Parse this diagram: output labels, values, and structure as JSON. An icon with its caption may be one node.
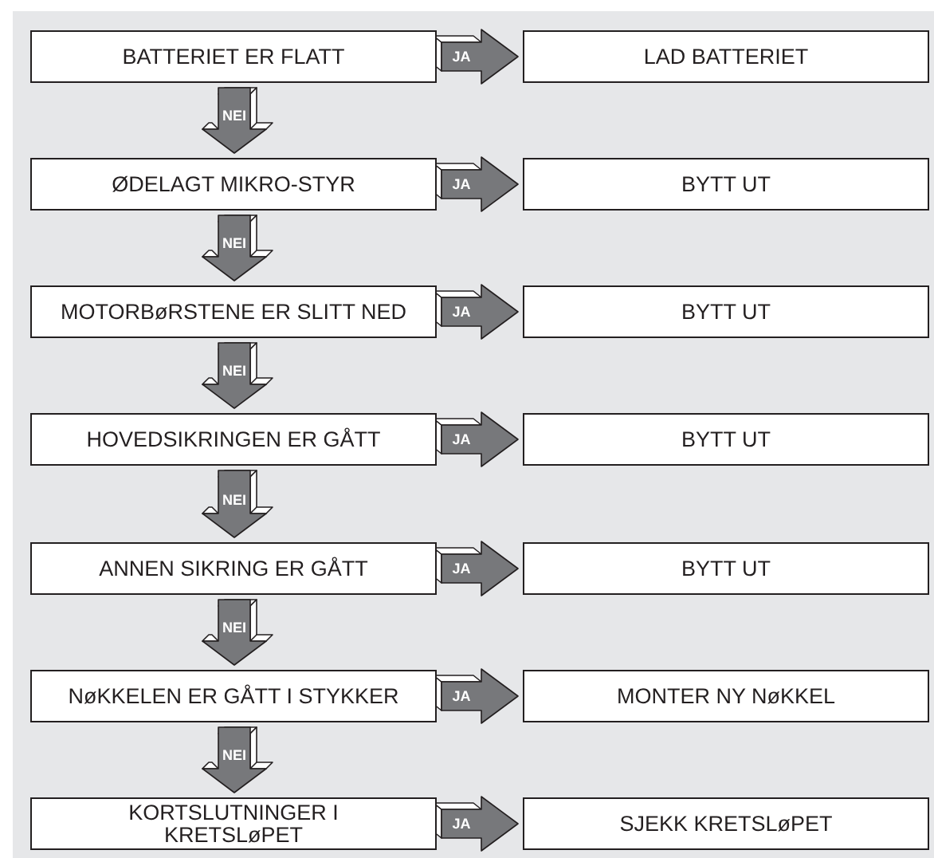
{
  "diagram": {
    "nodes": [
      {
        "text": [
          "BATTERIET ER FLATT"
        ]
      },
      {
        "text": [
          "LAD BATTERIET"
        ]
      },
      {
        "text": [
          "ØDELAGT MIKRO-STYR"
        ]
      },
      {
        "text": [
          "BYTT UT"
        ]
      },
      {
        "text": [
          "MOTORBøRSTENE ER SLITT NED"
        ]
      },
      {
        "text": [
          "BYTT UT"
        ]
      },
      {
        "text": [
          "HOVEDSIKRINGEN ER GÅTT"
        ]
      },
      {
        "text": [
          "BYTT UT"
        ]
      },
      {
        "text": [
          "ANNEN SIKRING ER GÅTT"
        ]
      },
      {
        "text": [
          "BYTT UT"
        ]
      },
      {
        "text": [
          "NøKKELEN ER GÅTT I STYKKER"
        ]
      },
      {
        "text": [
          "MONTER NY NøKKEL"
        ]
      },
      {
        "text": [
          "KORTSLUTNINGER I KRETSLøPET"
        ]
      },
      {
        "text": [
          "SJEKK KRETSLøPET"
        ]
      }
    ],
    "edges": [
      {
        "from": 0,
        "to": 1,
        "arrow": "to",
        "label": "JA"
      },
      {
        "from": 0,
        "to": 2,
        "arrow": "to",
        "label": "NEI"
      },
      {
        "from": 2,
        "to": 3,
        "arrow": "to",
        "label": "JA"
      },
      {
        "from": 2,
        "to": 4,
        "arrow": "to",
        "label": "NEI"
      },
      {
        "from": 4,
        "to": 5,
        "arrow": "to",
        "label": "JA"
      },
      {
        "from": 4,
        "to": 6,
        "arrow": "to",
        "label": "NEI"
      },
      {
        "from": 6,
        "to": 7,
        "arrow": "to",
        "label": "JA"
      },
      {
        "from": 6,
        "to": 8,
        "arrow": "to",
        "label": "NEI"
      },
      {
        "from": 8,
        "to": 9,
        "arrow": "to",
        "label": "JA"
      },
      {
        "from": 8,
        "to": 10,
        "arrow": "to",
        "label": "NEI"
      },
      {
        "from": 10,
        "to": 11,
        "arrow": "to",
        "label": "JA"
      },
      {
        "from": 10,
        "to": 12,
        "arrow": "to",
        "label": "NEI"
      },
      {
        "from": 12,
        "to": 13,
        "arrow": "to",
        "label": "JA"
      }
    ]
  }
}
